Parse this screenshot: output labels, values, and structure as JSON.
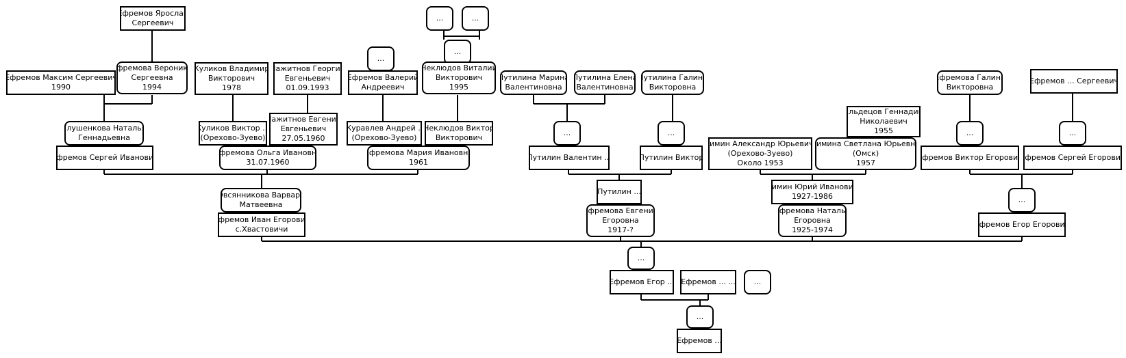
{
  "nodes": [
    {
      "id": "yaroslav",
      "lines": [
        "Ефремов Ярослав",
        "Сергеевич"
      ]
    },
    {
      "id": "unk_a",
      "lines": [
        "..."
      ]
    },
    {
      "id": "unk_b",
      "lines": [
        "..."
      ]
    },
    {
      "id": "unk_valeriy",
      "lines": [
        "..."
      ]
    },
    {
      "id": "unk_vitaliy",
      "lines": [
        "..."
      ]
    },
    {
      "id": "maxim",
      "lines": [
        "Ефремов Максим Сергеевич",
        "1990"
      ]
    },
    {
      "id": "veronika",
      "lines": [
        "Ефремова Вероника",
        "Сергеевна",
        "1994"
      ]
    },
    {
      "id": "vladimir",
      "lines": [
        "Куликов Владимир",
        "Викторович",
        "1978"
      ]
    },
    {
      "id": "georgiy",
      "lines": [
        "Пажитнов Георгий",
        "Евгеньевич",
        "01.09.1993"
      ]
    },
    {
      "id": "valeriy",
      "lines": [
        "Ефремов Валерий",
        "Андреевич"
      ]
    },
    {
      "id": "vitaliy",
      "lines": [
        "Неклюдов Виталий",
        "Викторович",
        "1995"
      ]
    },
    {
      "id": "marina",
      "lines": [
        "Путилина Марина",
        "Валентиновна"
      ]
    },
    {
      "id": "elena",
      "lines": [
        "Путилина Елена",
        "Валентиновна"
      ]
    },
    {
      "id": "galina_p",
      "lines": [
        "Путилина Галина",
        "Викторовна"
      ]
    },
    {
      "id": "galina_e",
      "lines": [
        "Ефремова Галина",
        "Викторовна"
      ]
    },
    {
      "id": "e_sergeevich",
      "lines": [
        "Ефремов ... Сергеевич"
      ]
    },
    {
      "id": "gennadiy",
      "lines": [
        "Ельдецов Геннадий",
        "Николаевич",
        "1955"
      ]
    },
    {
      "id": "natalya_g",
      "lines": [
        "Глушенкова Наталья",
        "Геннадьевна"
      ]
    },
    {
      "id": "viktor_k",
      "lines": [
        "Куликов Виктор ...",
        "(Орехово-Зуево)"
      ]
    },
    {
      "id": "evgeniy_p",
      "lines": [
        "Пажитнов Евгений",
        "Евгеньевич",
        "27.05.1960"
      ]
    },
    {
      "id": "andrey_zh",
      "lines": [
        "Журавлев Андрей ...",
        "(Орехово-Зуево)"
      ]
    },
    {
      "id": "viktor_n",
      "lines": [
        "Неклюдов Виктор",
        "Викторович"
      ]
    },
    {
      "id": "unk_pv",
      "lines": [
        "..."
      ]
    },
    {
      "id": "unk_pvk",
      "lines": [
        "..."
      ]
    },
    {
      "id": "unk_ev",
      "lines": [
        "..."
      ]
    },
    {
      "id": "unk_es",
      "lines": [
        "..."
      ]
    },
    {
      "id": "sergey_i",
      "lines": [
        "Ефремов Сергей Иванович"
      ]
    },
    {
      "id": "olga",
      "lines": [
        "Ефремова Ольга Ивановна",
        "31.07.1960"
      ]
    },
    {
      "id": "mariya",
      "lines": [
        "Ефремова Мария Ивановна",
        "1961"
      ]
    },
    {
      "id": "valentin",
      "lines": [
        "Путилин Валентин ..."
      ]
    },
    {
      "id": "viktor_pt",
      "lines": [
        "Путилин Виктор"
      ]
    },
    {
      "id": "aleksandr_z",
      "lines": [
        "Зимин Александр Юрьевич.",
        "(Орехово-Зуево)",
        "Около 1953"
      ]
    },
    {
      "id": "svetlana_z",
      "lines": [
        "Зимина Светлана Юрьевна",
        "(Омск)",
        "1957"
      ]
    },
    {
      "id": "viktor_e",
      "lines": [
        "Ефремов Виктор Егорович"
      ]
    },
    {
      "id": "sergey_e",
      "lines": [
        "Ефремов Сергей Егорович"
      ]
    },
    {
      "id": "varvara",
      "lines": [
        "Овсянникова Варвара",
        "Матвеевна"
      ]
    },
    {
      "id": "putilin",
      "lines": [
        "Путилин ..."
      ]
    },
    {
      "id": "yuriy_z",
      "lines": [
        "Зимин Юрий Иванович",
        "1927-1986"
      ]
    },
    {
      "id": "unk_egor",
      "lines": [
        "..."
      ]
    },
    {
      "id": "ivan",
      "lines": [
        "Ефремов Иван Егорович",
        "с.Хвастовичи"
      ]
    },
    {
      "id": "evgeniya",
      "lines": [
        "Ефремова Евгения",
        "Егоровна",
        "1917-?"
      ]
    },
    {
      "id": "natalya_e",
      "lines": [
        "Ефремова Наталья",
        "Егоровна",
        "1925-1974"
      ]
    },
    {
      "id": "egor_eg",
      "lines": [
        "Ефремов Егор Егорович"
      ]
    },
    {
      "id": "unk_wife",
      "lines": [
        "..."
      ]
    },
    {
      "id": "egor",
      "lines": [
        "Ефремов Егор ..."
      ]
    },
    {
      "id": "e_dots",
      "lines": [
        "Ефремов ... ..."
      ]
    },
    {
      "id": "unk_sib",
      "lines": [
        "..."
      ]
    },
    {
      "id": "unk_root_w",
      "lines": [
        "..."
      ]
    },
    {
      "id": "root",
      "lines": [
        "Ефремов ..."
      ]
    }
  ]
}
